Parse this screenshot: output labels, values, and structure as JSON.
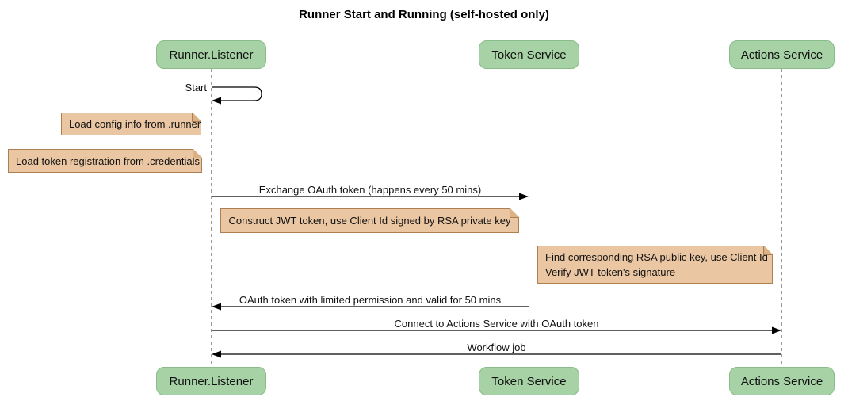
{
  "title": "Runner Start and Running (self-hosted only)",
  "colors": {
    "participant_fill": "#a6d2a6",
    "participant_border": "#8abb8a",
    "note_fill": "#eac6a2",
    "note_border": "#ae7f52",
    "lifeline": "#9a9a9a",
    "arrow": "#000000"
  },
  "participants": [
    {
      "name": "Runner.Listener"
    },
    {
      "name": "Token Service"
    },
    {
      "name": "Actions Service"
    }
  ],
  "messages": {
    "start": "Start",
    "exchange": "Exchange OAuth token (happens every 50 mins)",
    "oauth_return": "OAuth token with limited permission and valid for 50 mins",
    "connect": "Connect to Actions Service with OAuth token",
    "workflow": "Workflow job"
  },
  "notes": {
    "load_config": "Load config info from .runner",
    "load_token": "Load token registration from .credentials",
    "construct_jwt": "Construct JWT token, use Client Id signed by RSA private key",
    "find_rsa_line1": "Find corresponding RSA public key, use Client Id",
    "find_rsa_line2": "Verify JWT token's signature"
  }
}
